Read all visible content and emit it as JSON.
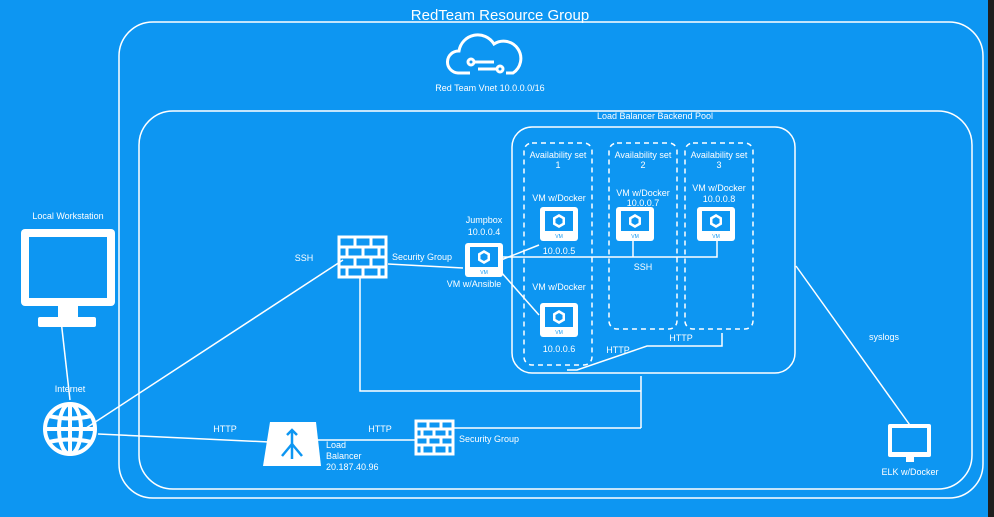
{
  "colors": {
    "background": "#0d96f2",
    "stroke": "#ffffff",
    "frame": "#1e1e1e"
  },
  "labels": {
    "resource_group": "RedTeam Resource Group",
    "vnet": "Red Team Vnet 10.0.0.0/16",
    "backend_pool": "Load Balancer Backend Pool",
    "local_workstation": "Local Workstation",
    "internet": "Internet",
    "ssh_left": "SSH",
    "security_group_top": "Security Group",
    "jumpbox_name": "Jumpbox",
    "jumpbox_ip": "10.0.0.4",
    "jumpbox_role": "VM w/Ansible",
    "avset1_title": "Availability set",
    "avset1_num": "1",
    "avset2_title": "Availability set",
    "avset2_num": "2",
    "avset3_title": "Availability set",
    "avset3_num": "3",
    "vm5_title": "VM w/Docker",
    "vm5_ip": "10.0.0.5",
    "vm6_title": "VM w/Docker",
    "vm6_ip": "10.0.0.6",
    "vm7_title": "VM w/Docker",
    "vm7_ip": "10.0.0.7",
    "vm8_title": "VM w/Docker",
    "vm8_ip": "10.0.0.8",
    "ssh_vms": "SSH",
    "http_pool_1": "HTTP",
    "http_pool_2": "HTTP",
    "syslogs": "syslogs",
    "http_internet": "HTTP",
    "http_lb": "HTTP",
    "security_group_bottom": "Security Group",
    "lb_line1": "Load",
    "lb_line2": "Balancer",
    "lb_ip": "20.187.40.96",
    "elk": "ELK w/Docker",
    "vm_badge": "VM"
  },
  "icons": [
    "azure-cloud-icon",
    "monitor-icon",
    "globe-icon",
    "firewall-icon",
    "vm-icon",
    "load-balancer-icon"
  ]
}
